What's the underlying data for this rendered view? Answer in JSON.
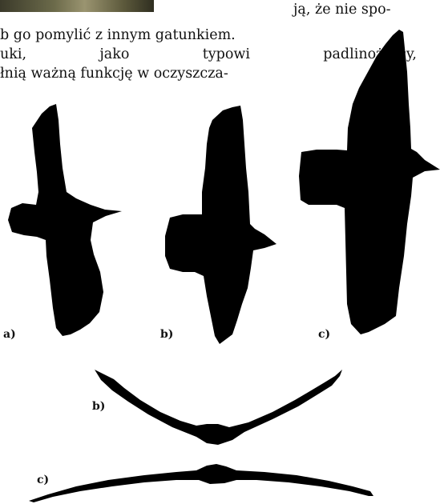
{
  "text": {
    "line1": "ją, że nie spo-",
    "line2": "b go pomylić z innym gatunkiem.",
    "line3": "uki, jako typowi padlinożercy,",
    "line4": "łnią ważną funkcję w oczyszcza-"
  },
  "labels": {
    "a": "a)",
    "b": "b)",
    "c": "c)",
    "b_front": "b)",
    "c_front": "c)"
  },
  "colors": {
    "silhouette": "#000000",
    "background": "#ffffff"
  }
}
